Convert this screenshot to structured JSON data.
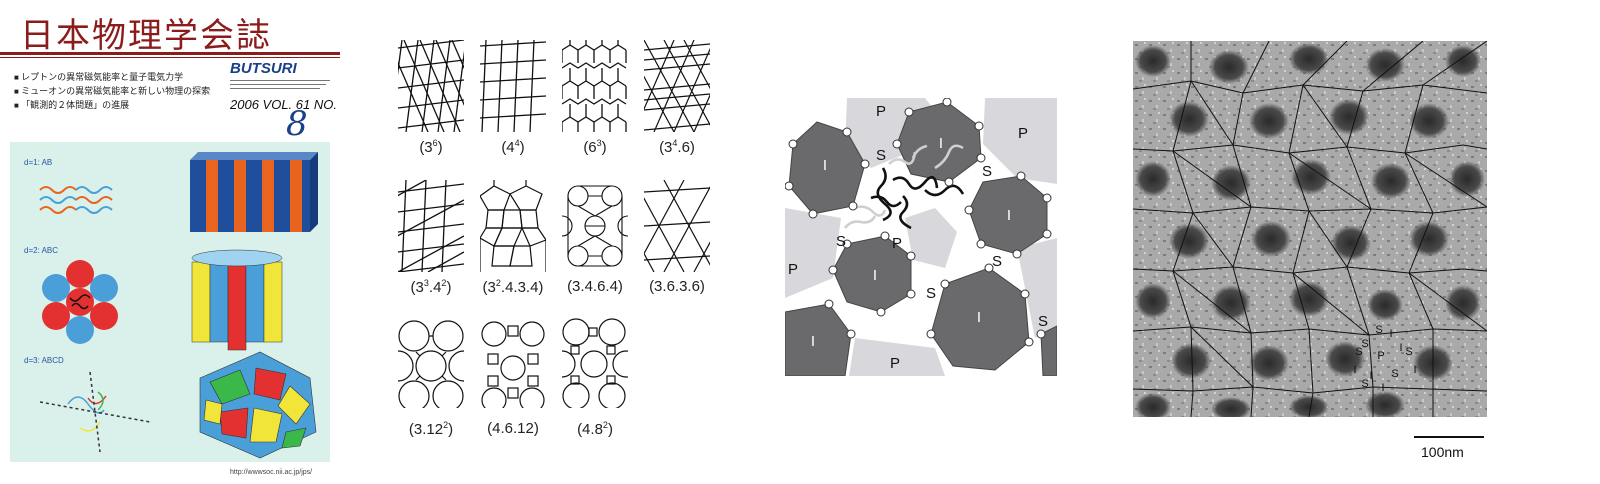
{
  "cover": {
    "title": "日本物理学会誌",
    "bullets": [
      "レプトンの異常磁気能率と量子電気力学",
      "ミューオンの異常磁気能率と新しい物理の探索",
      "「観測的２体問題」の進展"
    ],
    "journal_name": "BUTSURI",
    "year": "2006",
    "volume": "VOL. 61",
    "no_label": "NO.",
    "issue_number": "8",
    "dimension_labels": [
      "d=1: AB",
      "d=2: ABC",
      "d=3: ABCD"
    ],
    "url": "http://wwwsoc.nii.ac.jp/jps/",
    "colors": {
      "title": "#8b1c1c",
      "accent": "#1b3f8b",
      "panel": "#d9f1ea"
    }
  },
  "tilings": {
    "rows": [
      [
        {
          "base": "(3",
          "sup": "6",
          "tail": ")"
        },
        {
          "base": "(4",
          "sup": "4",
          "tail": ")"
        },
        {
          "base": "(6",
          "sup": "3",
          "tail": ")"
        },
        {
          "base": "(3",
          "sup": "4",
          "tail": ".6)"
        }
      ],
      [
        {
          "base": "(3",
          "sup": "3",
          "tail": ".4",
          "sup2": "2",
          "tail2": ")"
        },
        {
          "base": "(3",
          "sup": "2",
          "tail": ".4.3.4)"
        },
        {
          "base": "(3.4.6.4)"
        },
        {
          "base": "(3.6.3.6)"
        }
      ],
      [
        {
          "base": "(3.12",
          "sup": "2",
          "tail": ")"
        },
        {
          "base": "(4.6.12)"
        },
        {
          "base": "(4.8",
          "sup": "2",
          "tail": ")"
        }
      ]
    ]
  },
  "schematic": {
    "domain_labels": {
      "p": "P",
      "s": "S",
      "i": "I"
    }
  },
  "micrograph": {
    "labels": [
      "S",
      "I",
      "S",
      "I",
      "S",
      "P",
      "S",
      "I",
      "I",
      "S",
      "I",
      "S",
      "I"
    ],
    "scale_label": "100nm"
  }
}
